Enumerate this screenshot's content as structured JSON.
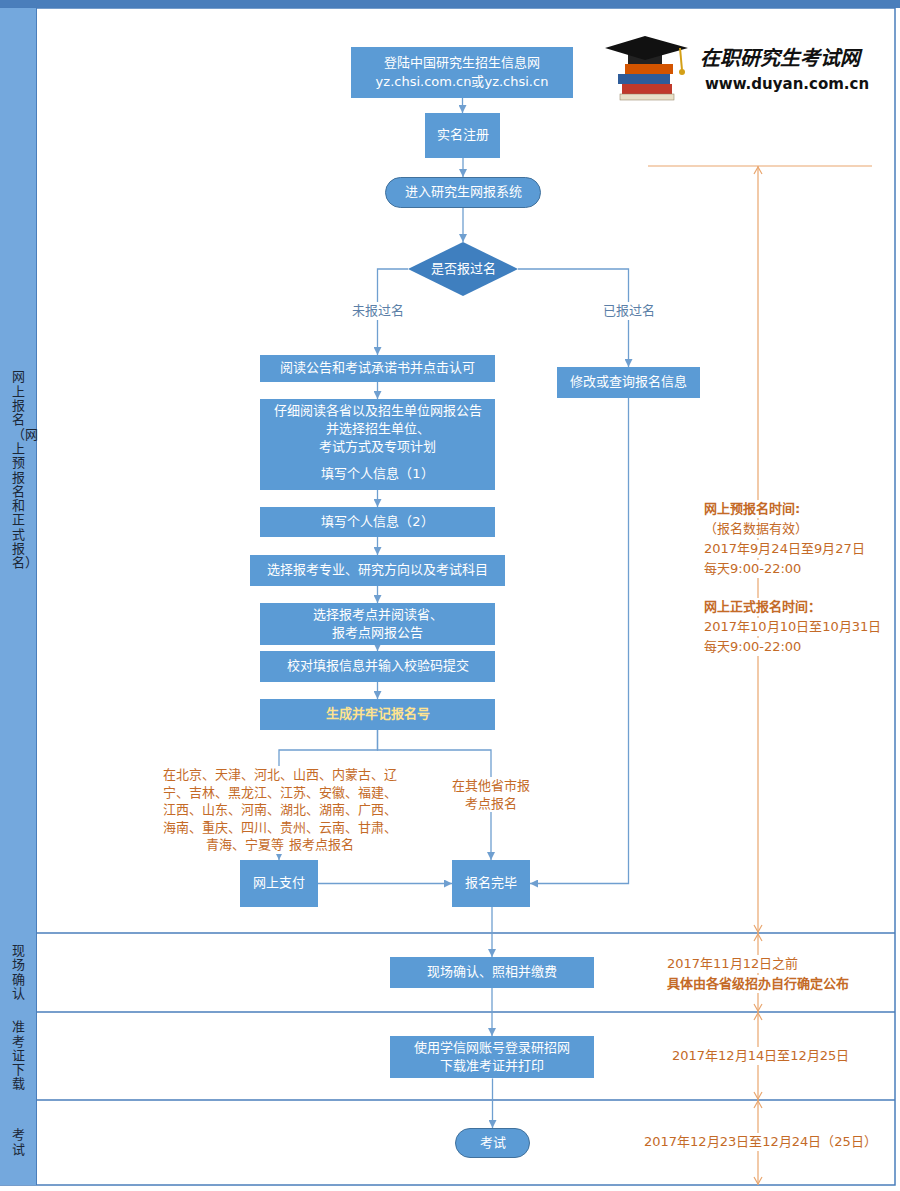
{
  "diagram": {
    "nodes": [
      {
        "text": [
          "网上报名（网上预报名和正式报名）"
        ]
      },
      {
        "text": [
          "登陆中国研究生招生信息网 yz.chsi.com.cn或yz.chsi.cn"
        ]
      },
      {
        "text": [
          "实名注册"
        ]
      },
      {
        "text": [
          "进入研究生网报系统"
        ]
      },
      {
        "text": [
          "是否报过名"
        ]
      },
      {
        "text": [
          "阅读公告和考试承诺书并点击认可"
        ]
      },
      {
        "text": [
          "仔细阅读各省以及招生单位网报公告 并选择招生单位、考试方式及专项计划"
        ]
      },
      {
        "text": [
          "填写个人信息（1）"
        ]
      },
      {
        "text": [
          "填写个人信息（2）"
        ]
      },
      {
        "text": [
          "选择报考专业、研究方向以及考试科目"
        ]
      },
      {
        "text": [
          "选择报考点并阅读省、报考点网报公告"
        ]
      },
      {
        "text": [
          "校对填报信息并输入校验码提交"
        ]
      },
      {
        "text": [
          "生成并牢记报名号"
        ]
      },
      {
        "text": [
          "修改或查询报名信息"
        ]
      },
      {
        "text": [
          "网上支付"
        ]
      },
      {
        "text": [
          "报名完毕"
        ]
      },
      {
        "text": [
          "现场确认"
        ]
      },
      {
        "text": [
          "现场确认、照相并缴费"
        ]
      },
      {
        "text": [
          "准考证下载"
        ]
      },
      {
        "text": [
          "使用学信网账号登录研招网 下载准考证并打印"
        ]
      },
      {
        "text": [
          "考试"
        ]
      },
      {
        "text": [
          "考试"
        ]
      }
    ],
    "edges": [
      {
        "from": 1,
        "to": 2,
        "arrow": "to"
      },
      {
        "from": 2,
        "to": 3,
        "arrow": "to"
      },
      {
        "from": 3,
        "to": 4,
        "arrow": "to"
      },
      {
        "from": 4,
        "to": 5,
        "label": "未报过名",
        "arrow": "to"
      },
      {
        "from": 4,
        "to": 13,
        "label": "已报过名",
        "arrow": "to"
      },
      {
        "from": 5,
        "to": 6,
        "arrow": "to"
      },
      {
        "from": 6,
        "to": 7,
        "arrow": "to"
      },
      {
        "from": 7,
        "to": 8,
        "arrow": "to"
      },
      {
        "from": 8,
        "to": 9,
        "arrow": "to"
      },
      {
        "from": 9,
        "to": 10,
        "arrow": "to"
      },
      {
        "from": 10,
        "to": 11,
        "arrow": "to"
      },
      {
        "from": 11,
        "to": 12,
        "arrow": "to"
      },
      {
        "from": 12,
        "to": 14,
        "label": "在北京、天津、河北、山西、内蒙古、辽宁、吉林、黑龙江、江苏、安徽、福建、江西、山东、河南、湖北、湖南、广西、海南、重庆、四川、贵州、云南、甘肃、青海、宁夏等 报考点报名",
        "arrow": "to"
      },
      {
        "from": 12,
        "to": 15,
        "label": "在其他省市报 考点报名",
        "arrow": "to"
      },
      {
        "from": 14,
        "to": 15,
        "arrow": "to"
      },
      {
        "from": 13,
        "to": 15,
        "arrow": "to"
      },
      {
        "from": 15,
        "to": 17,
        "arrow": "to"
      },
      {
        "from": 17,
        "to": 19,
        "arrow": "to"
      },
      {
        "from": 19,
        "to": 21,
        "arrow": "to"
      }
    ],
    "labels": [
      "在职研究生考试网",
      "www.duyan.com.cn",
      "网上预报名时间:",
      "（报名数据有效）",
      "2017年9月24日至9月27日",
      "每天9:00-22:00",
      "网上正式报名时间：",
      "2017年10月10日至10月31日",
      "每天9:00-22:00",
      "2017年11月12日之前",
      "具体由各省级招办自行确定公布",
      "2017年12月14日至12月25日",
      "2017年12月23日至12月24日（25日）"
    ]
  }
}
